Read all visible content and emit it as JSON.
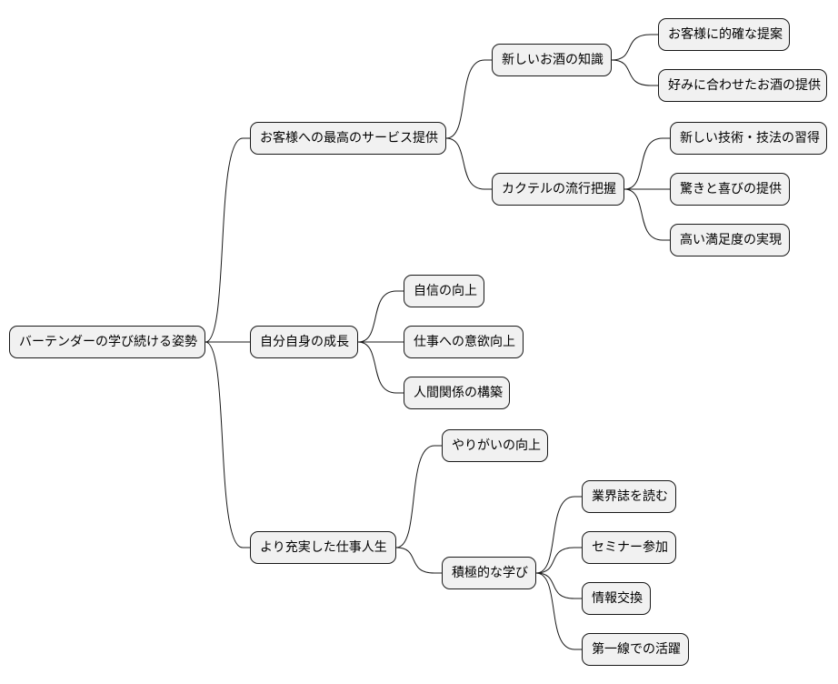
{
  "mindmap": {
    "root": "バーテンダーの学び続ける姿勢",
    "branches": [
      {
        "label": "お客様への最高のサービス提供",
        "children": [
          {
            "label": "新しいお酒の知識",
            "children": [
              "お客様に的確な提案",
              "好みに合わせたお酒の提供"
            ]
          },
          {
            "label": "カクテルの流行把握",
            "children": [
              "新しい技術・技法の習得",
              "驚きと喜びの提供",
              "高い満足度の実現"
            ]
          }
        ]
      },
      {
        "label": "自分自身の成長",
        "children": [
          "自信の向上",
          "仕事への意欲向上",
          "人間関係の構築"
        ]
      },
      {
        "label": "より充実した仕事人生",
        "children": [
          {
            "label": "やりがいの向上"
          },
          {
            "label": "積極的な学び",
            "children": [
              "業界誌を読む",
              "セミナー参加",
              "情報交換",
              "第一線での活躍"
            ]
          }
        ]
      }
    ]
  }
}
